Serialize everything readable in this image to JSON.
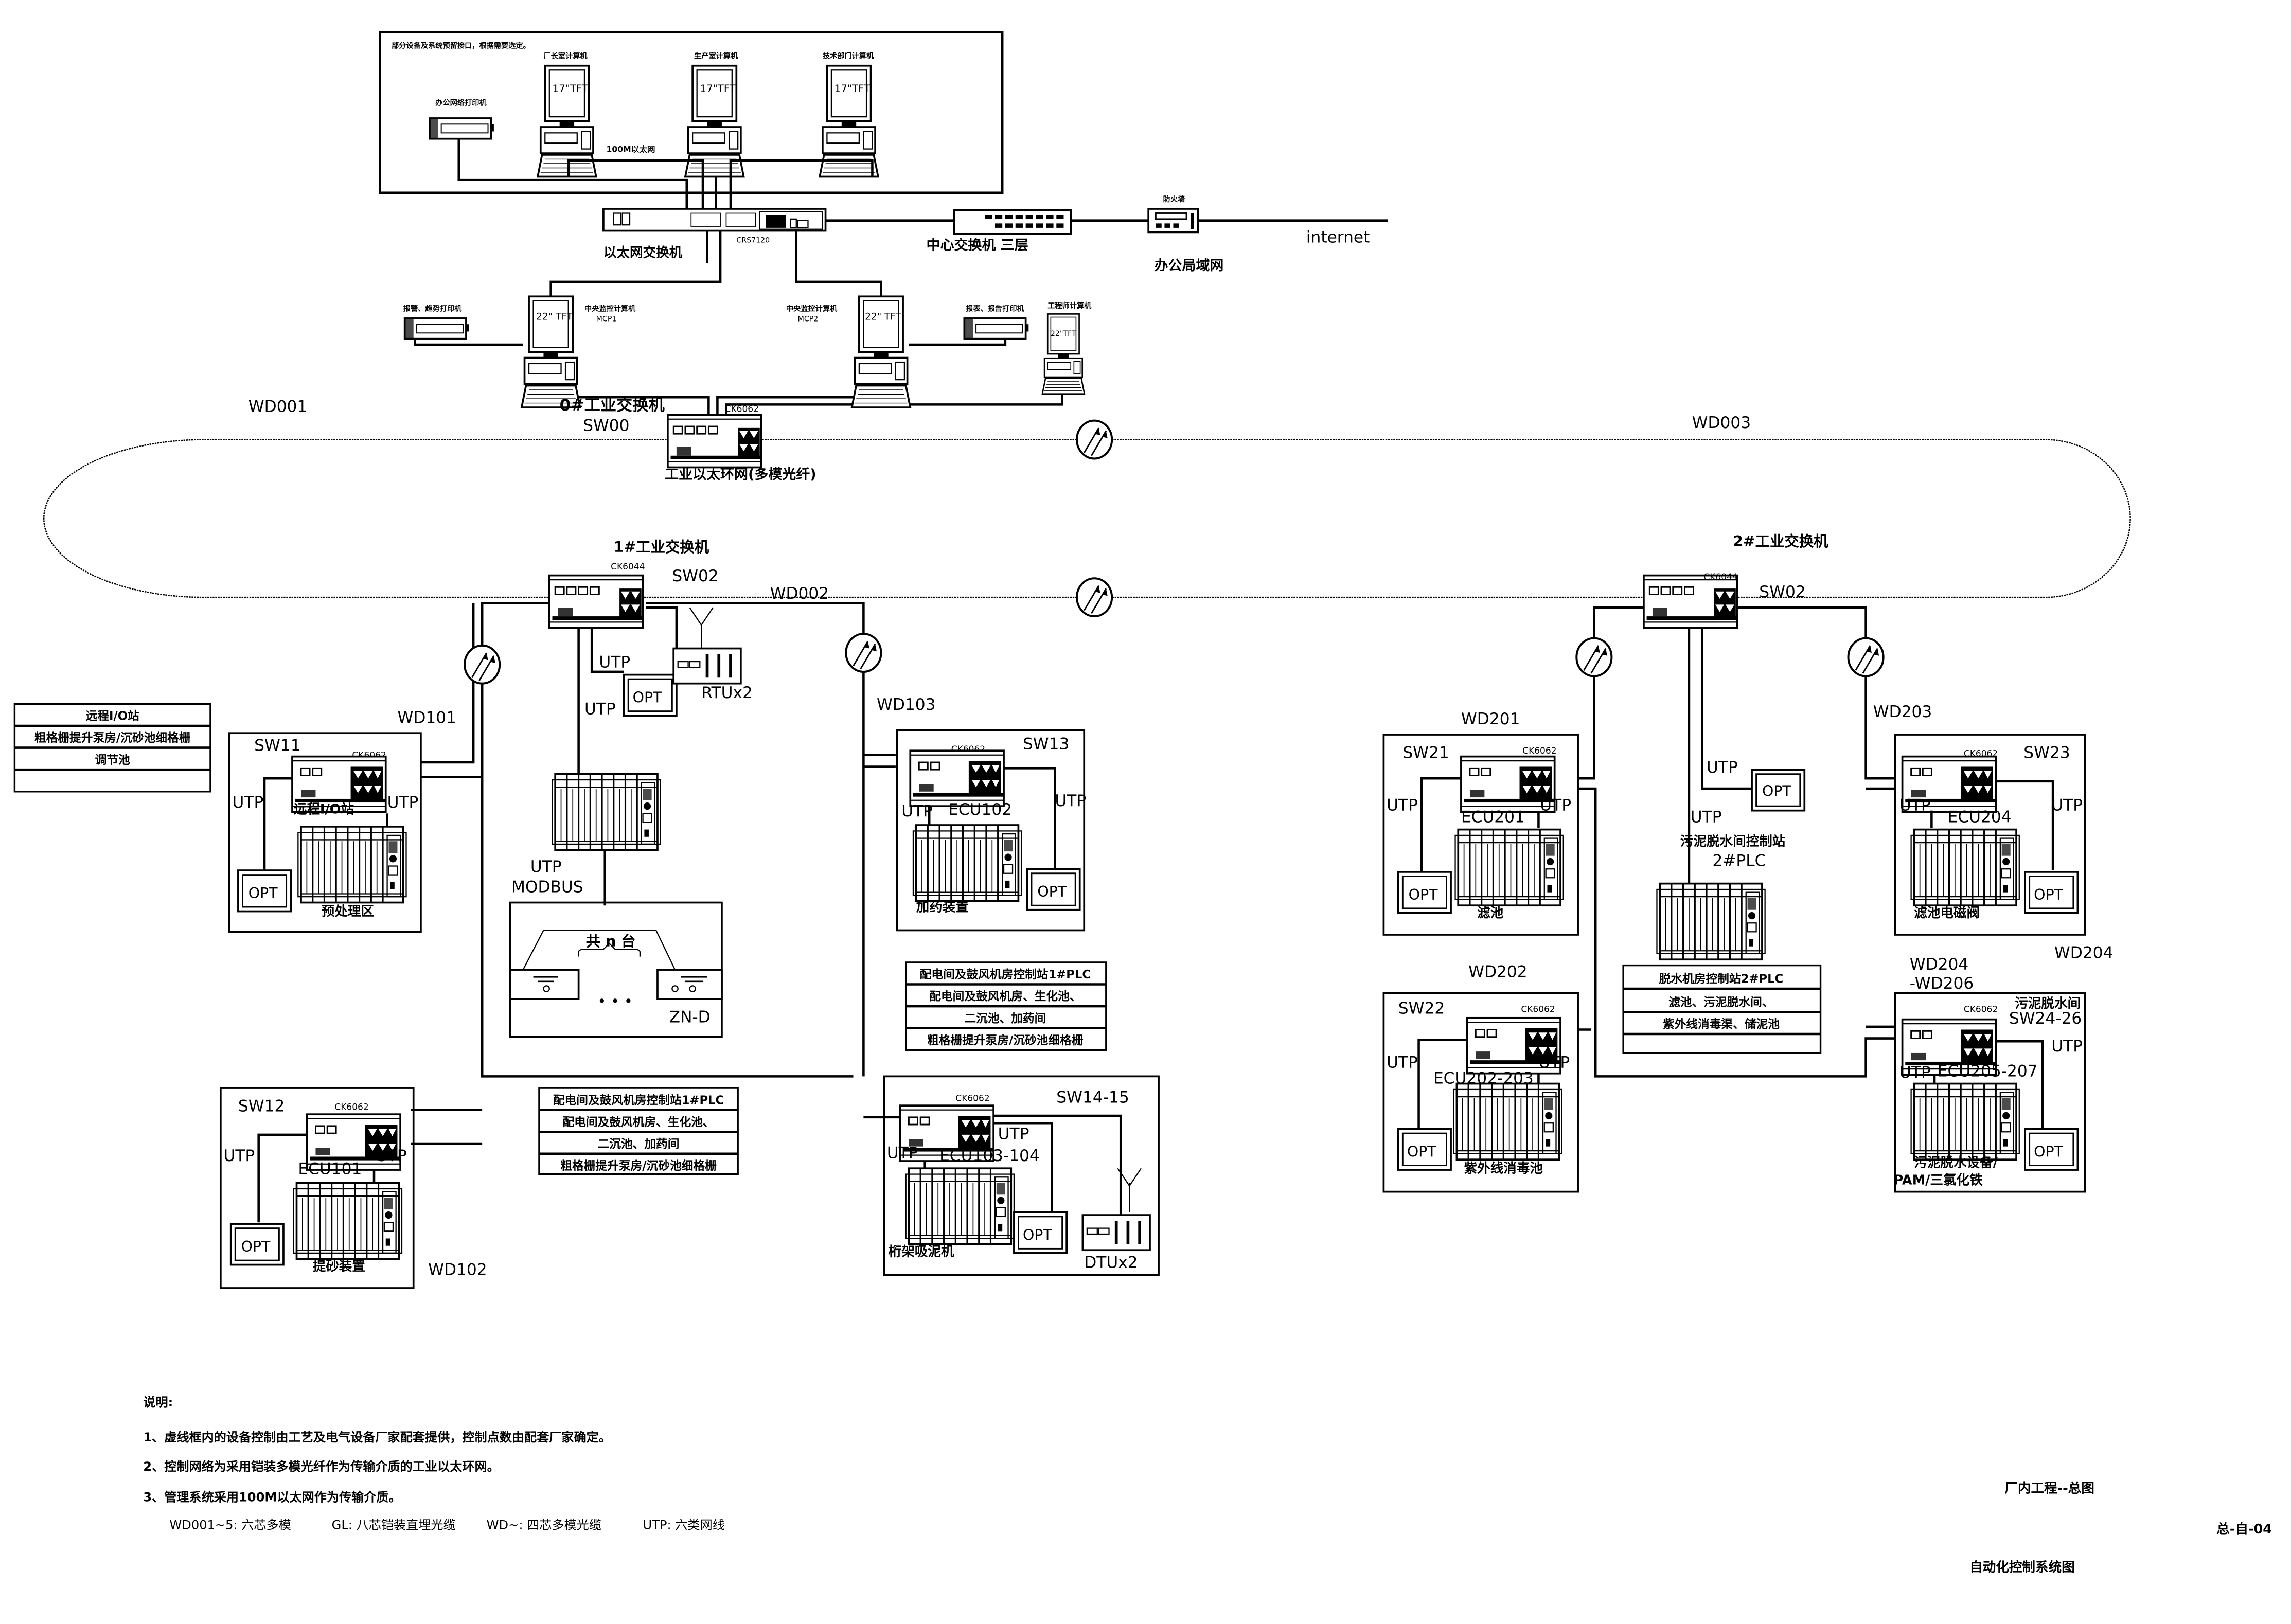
{
  "drawing": {
    "title_project": "厂内工程--总图",
    "title_drawing": "自动化控制系统图",
    "drawing_number": "总-自-04"
  },
  "management_network": {
    "note": "部分设备及系统预留接口，根据需要选定。",
    "pcs": [
      {
        "label": "厂长室计算机",
        "screen": "17\"TFT"
      },
      {
        "label": "生产室计算机",
        "screen": "17\"TFT"
      },
      {
        "label": "技术部门计算机",
        "screen": "17\"TFT"
      }
    ],
    "printer_label": "办公网络打印机",
    "link_label": "100M以太网"
  },
  "core": {
    "ethernet_switch_label": "以太网交换机",
    "ethernet_switch_model": "CRS7120",
    "center_switch_label": "中心交换机 三层",
    "firewall_label": "防火墙",
    "office_lan_label": "办公局域网",
    "internet_label": "internet"
  },
  "control_room": {
    "printer_left_label": "报警、趋势打印机",
    "printer_right_label": "报表、报告打印机",
    "mcp1_label": "中央监控计算机",
    "mcp1_id": "MCP1",
    "mcp2_label": "中央监控计算机",
    "mcp2_id": "MCP2",
    "engineer_label": "工程师计算机",
    "screen_22": "22\" TFT",
    "screen_22b": "22\"TFT"
  },
  "ring": {
    "sw00_label": "0#工业交换机",
    "sw00_id": "SW00",
    "sw00_model": "CK6062",
    "ring_label": "工业以太环网(多模光纤)",
    "wd001": "WD001",
    "wd002": "WD002",
    "wd003": "WD003"
  },
  "station1": {
    "switch_label": "1#工业交换机",
    "switch_id": "SW02",
    "switch_model": "CK6044",
    "utp": "UTP",
    "opt": "OPT",
    "rtu": "RTUx2",
    "modbus": "MODBUS",
    "zn_count": "共 n 台",
    "zn_dots": "• • •",
    "zn_model": "ZN-D",
    "wd101": "WD101",
    "wd102": "WD102",
    "wd103": "WD103"
  },
  "legend_left": [
    "远程I/O站",
    "粗格栅提升泵房/沉砂池细格栅",
    "调节池",
    ""
  ],
  "plc1_table_a": [
    "配电间及鼓风机房控制站1#PLC",
    "配电间及鼓风机房、生化池、",
    "二沉池、加药间",
    "粗格栅提升泵房/沉砂池细格栅"
  ],
  "plc1_table_b": [
    "配电间及鼓风机房控制站1#PLC",
    "配电间及鼓风机房、生化池、",
    "二沉池、加药间",
    "粗格栅提升泵房/沉砂池细格栅"
  ],
  "plc2_table": [
    "脱水机房控制站2#PLC",
    "滤池、污泥脱水间、",
    "紫外线消毒渠、储泥池",
    ""
  ],
  "substations": {
    "sw11": {
      "id": "SW11",
      "model": "CK6062",
      "ecu": "远程I/O站",
      "area": "预处理区"
    },
    "sw12": {
      "id": "SW12",
      "model": "CK6062",
      "ecu": "ECU101",
      "area": "提砂装置"
    },
    "sw13": {
      "id": "SW13",
      "model": "CK6062",
      "ecu": "ECU102",
      "area": "加药装置"
    },
    "sw14": {
      "id": "SW14-15",
      "model": "CK6062",
      "ecu": "ECU103-104",
      "area": "桁架吸泥机",
      "dtu": "DTUx2"
    },
    "sw21": {
      "id": "SW21",
      "model": "CK6062",
      "ecu": "ECU201",
      "area": "滤池",
      "wd": "WD201"
    },
    "sw22": {
      "id": "SW22",
      "model": "CK6062",
      "ecu": "ECU202-203",
      "area": "紫外线消毒池",
      "wd": "WD202"
    },
    "sw23": {
      "id": "SW23",
      "model": "CK6062",
      "ecu": "ECU204",
      "area": "滤池电磁阀",
      "wd": "WD203"
    },
    "sw24": {
      "id": "SW24-26",
      "model": "CK6062",
      "ecu": "ECU205-207",
      "area1": "污泥脱水设备/",
      "area2": "PAM/三氯化铁",
      "room": "污泥脱水间",
      "wd": "WD204",
      "wd_range1": "WD204",
      "wd_range2": "-WD206"
    }
  },
  "station2": {
    "switch_label": "2#工业交换机",
    "switch_id": "SW02",
    "switch_model": "CK6044",
    "plc_label": "污泥脱水间控制站",
    "plc_id": "2#PLC"
  },
  "notes": {
    "heading": "说明:",
    "items": [
      "1、虚线框内的设备控制由工艺及电气设备厂家配套提供，控制点数由配套厂家确定。",
      "2、控制网络为采用铠装多模光纤作为传输介质的工业以太环网。",
      "3、管理系统采用100M以太网作为传输介质。"
    ],
    "legend": [
      "WD001~5: 六芯多模",
      "GL: 八芯铠装直埋光缆",
      "WD~: 四芯多模光缆",
      "UTP: 六类网线"
    ]
  }
}
